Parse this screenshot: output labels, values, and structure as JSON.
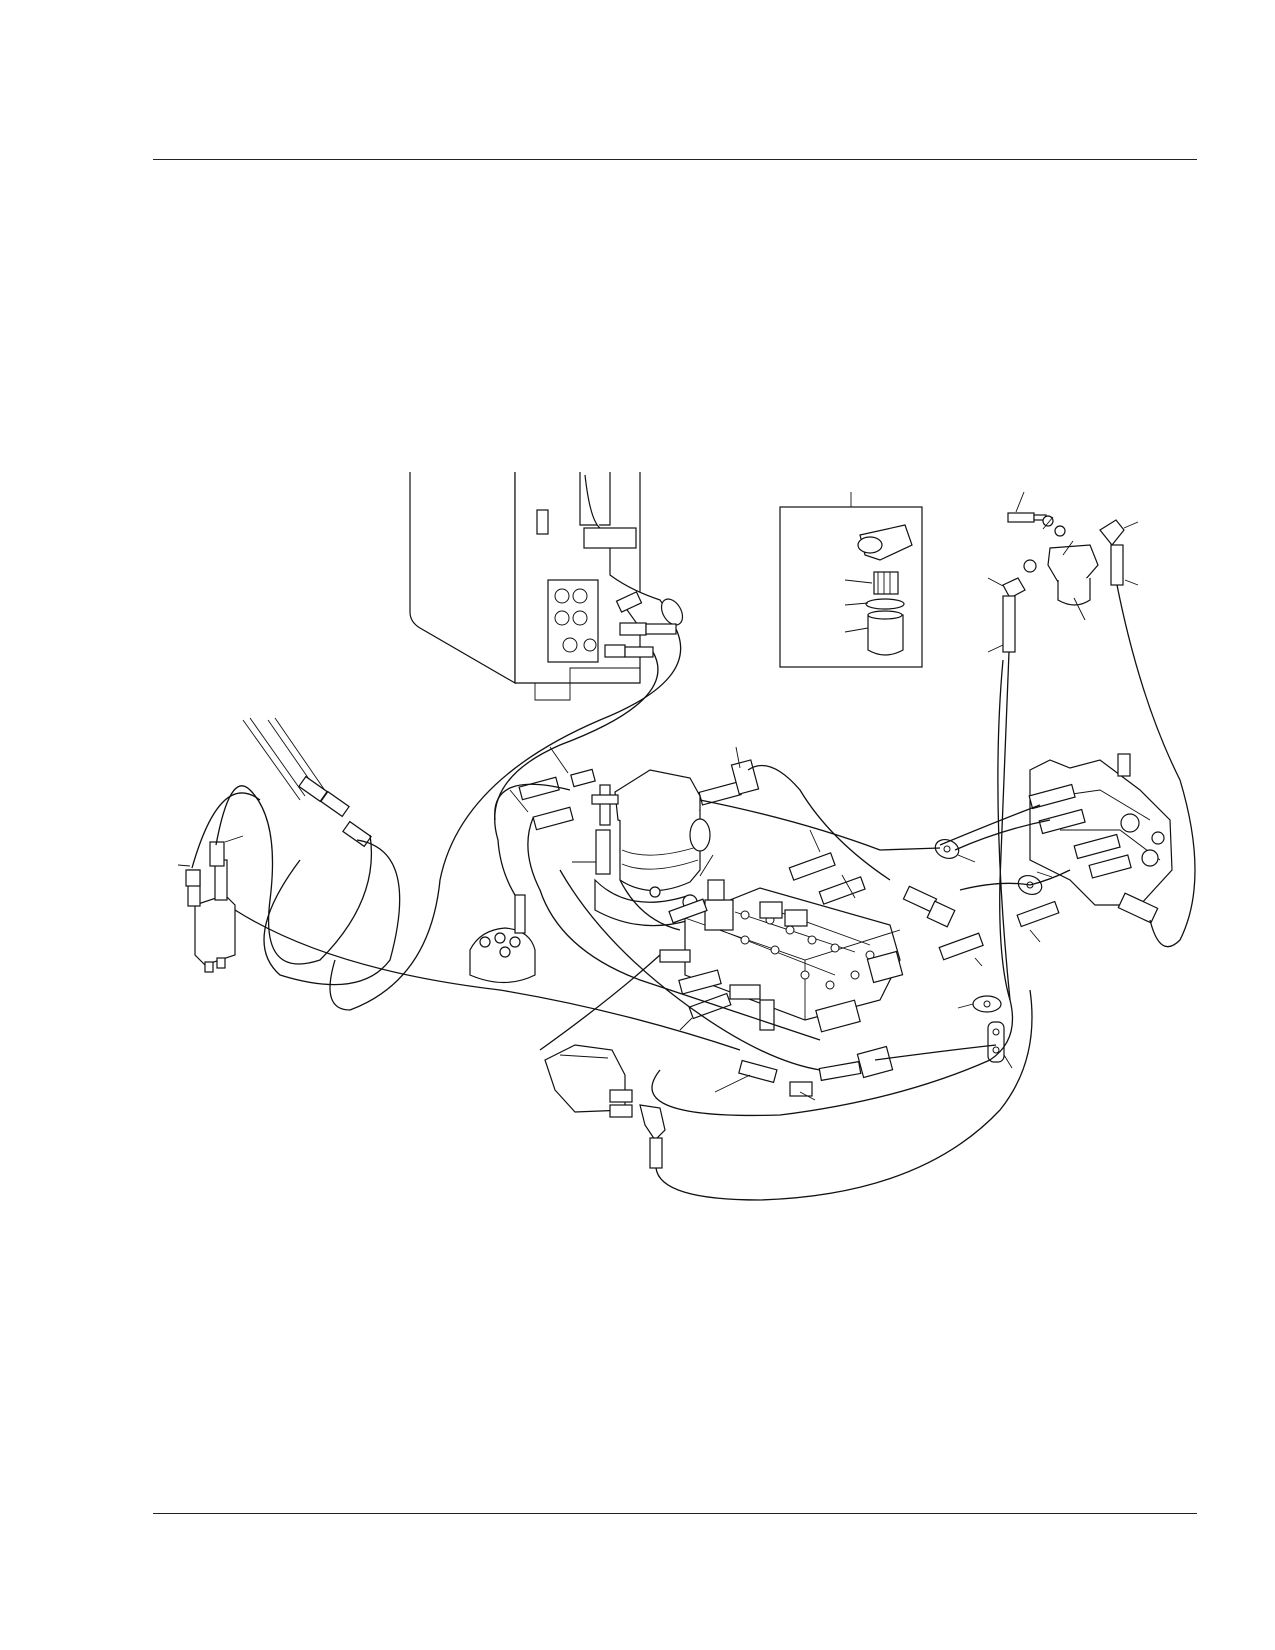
{
  "page": {
    "background": "#ffffff",
    "line_color": "#111111",
    "has_top_rule": true,
    "has_bottom_rule": true
  },
  "diagram": {
    "kind": "exploded hydraulic hose routing illustration",
    "text_labels": [],
    "components": [
      "hydraulic-tank",
      "filter-detail-inset",
      "return-filter-assembly",
      "main-pump",
      "control-valve-bank",
      "swing-motor-valve",
      "pilot-valve-left",
      "accumulator-block",
      "solenoid-valve",
      "travel-joint",
      "hose-clamps"
    ]
  }
}
